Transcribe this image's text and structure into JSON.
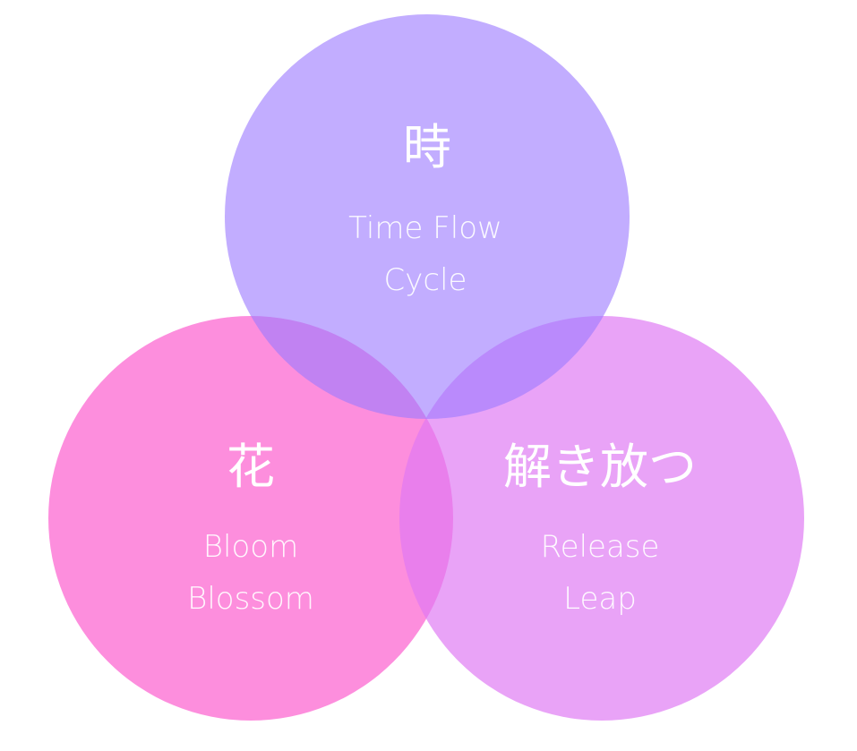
{
  "diagram": {
    "type": "venn",
    "circles": [
      {
        "id": "time",
        "title": "時",
        "lines": [
          "Time Flow",
          "Cycle"
        ],
        "color": "#9d7bff"
      },
      {
        "id": "flower",
        "title": "花",
        "lines": [
          "Bloom",
          "Blossom"
        ],
        "color": "#fc63d0"
      },
      {
        "id": "release",
        "title": "解き放つ",
        "lines": [
          "Release",
          "Leap"
        ],
        "color": "#de78f3"
      }
    ]
  }
}
